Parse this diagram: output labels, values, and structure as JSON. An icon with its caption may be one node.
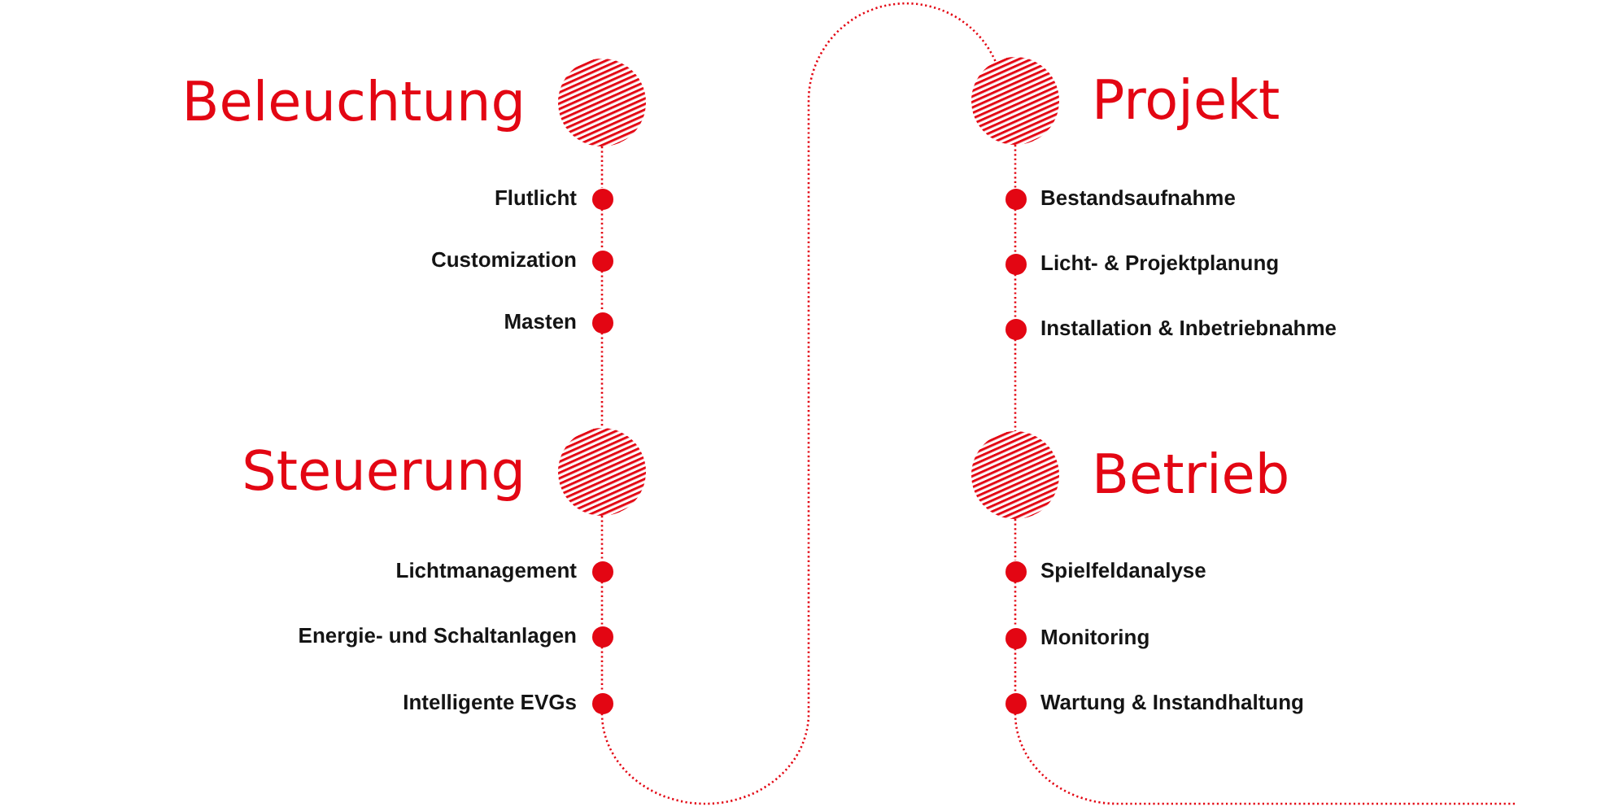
{
  "diagram": {
    "nodes": [
      {
        "text": [
          "Beleuchtung"
        ]
      },
      {
        "text": [
          "Flutlicht"
        ]
      },
      {
        "text": [
          "Customization"
        ]
      },
      {
        "text": [
          "Masten"
        ]
      },
      {
        "text": [
          "Steuerung"
        ]
      },
      {
        "text": [
          "Lichtmanagement"
        ]
      },
      {
        "text": [
          "Energie- und Schaltanlagen"
        ]
      },
      {
        "text": [
          "Intelligente EVGs"
        ]
      },
      {
        "text": [
          "Projekt"
        ]
      },
      {
        "text": [
          "Bestandsaufnahme"
        ]
      },
      {
        "text": [
          "Licht- & Projektplanung"
        ]
      },
      {
        "text": [
          "Installation & Inbetriebnahme"
        ]
      },
      {
        "text": [
          "Betrieb"
        ]
      },
      {
        "text": [
          "Spielfeldanalyse"
        ]
      },
      {
        "text": [
          "Monitoring"
        ]
      },
      {
        "text": [
          "Wartung & Instandhaltung"
        ]
      }
    ],
    "edges": [
      {
        "from": 0,
        "to": 1,
        "arrow": "none",
        "style": "dashed"
      },
      {
        "from": 1,
        "to": 2,
        "arrow": "none",
        "style": "dashed"
      },
      {
        "from": 2,
        "to": 3,
        "arrow": "none",
        "style": "dashed"
      },
      {
        "from": 3,
        "to": 4,
        "arrow": "none",
        "style": "dashed"
      },
      {
        "from": 4,
        "to": 5,
        "arrow": "none",
        "style": "dashed"
      },
      {
        "from": 5,
        "to": 6,
        "arrow": "none",
        "style": "dashed"
      },
      {
        "from": 6,
        "to": 7,
        "arrow": "none",
        "style": "dashed"
      },
      {
        "from": 7,
        "to": 8,
        "arrow": "none",
        "style": "dashed"
      },
      {
        "from": 8,
        "to": 9,
        "arrow": "none",
        "style": "dashed"
      },
      {
        "from": 9,
        "to": 10,
        "arrow": "none",
        "style": "dashed"
      },
      {
        "from": 10,
        "to": 11,
        "arrow": "none",
        "style": "dashed"
      },
      {
        "from": 11,
        "to": 12,
        "arrow": "none",
        "style": "dashed"
      },
      {
        "from": 12,
        "to": 13,
        "arrow": "none",
        "style": "dashed"
      },
      {
        "from": 13,
        "to": 14,
        "arrow": "none",
        "style": "dashed"
      },
      {
        "from": 14,
        "to": 15,
        "arrow": "none",
        "style": "dashed"
      },
      {
        "from": 15,
        "to": null,
        "arrow": "none",
        "style": "dashed"
      }
    ]
  }
}
